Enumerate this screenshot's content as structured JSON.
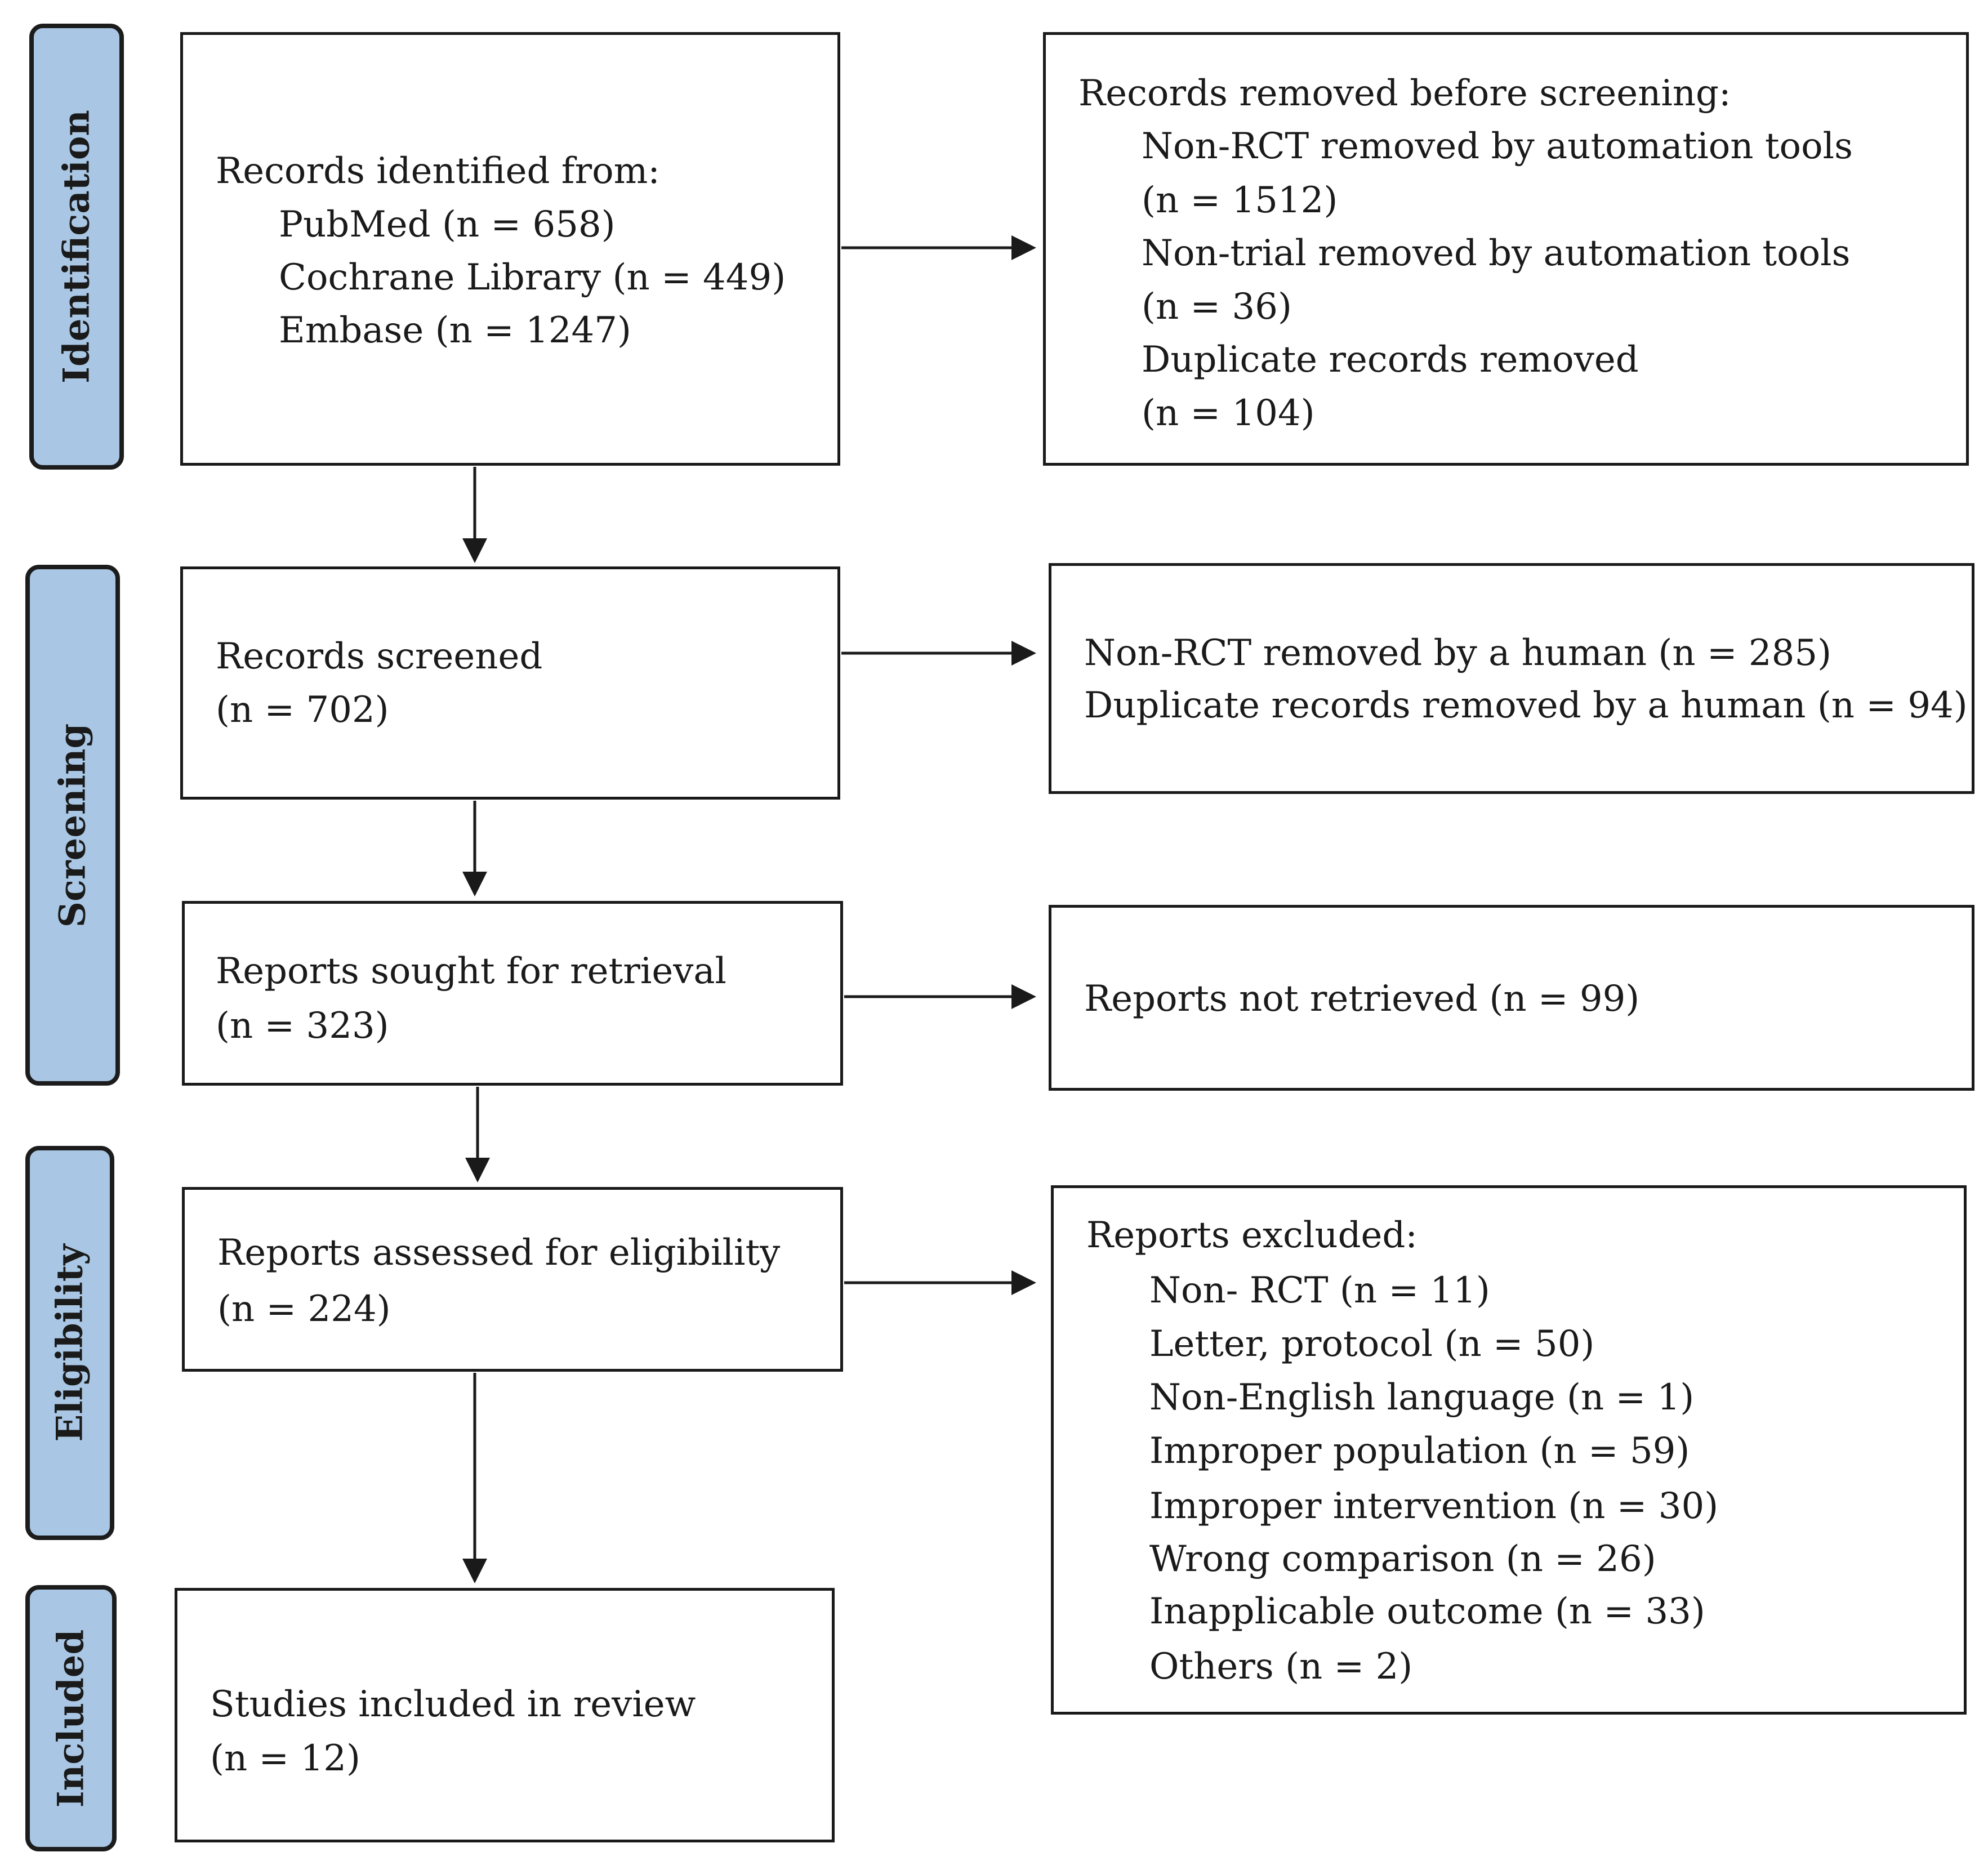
{
  "phases": {
    "identification": "Identification",
    "screening": "Screening",
    "eligibility": "Eligibility",
    "included": "Included"
  },
  "identified": {
    "heading": "Records identified from:",
    "items": [
      "PubMed (n = 658)",
      "Cochrane Library (n = 449)",
      "Embase (n = 1247)"
    ]
  },
  "removed_before": {
    "heading": "Records removed before screening:",
    "items": [
      "Non-RCT removed by automation tools",
      "(n = 1512)",
      "Non-trial removed by automation tools",
      "(n = 36)",
      "Duplicate records removed",
      "(n = 104)"
    ]
  },
  "screened": {
    "line1": "Records screened",
    "line2": "(n = 702)"
  },
  "screened_excluded": {
    "line1": "Non-RCT removed by a human (n = 285)",
    "line2": "Duplicate records removed by a human (n = 94)"
  },
  "sought": {
    "line1": "Reports sought for retrieval",
    "line2": "(n = 323)"
  },
  "not_retrieved": {
    "line1": "Reports not retrieved (n = 99)"
  },
  "assessed": {
    "line1": "Reports assessed for eligibility",
    "line2": "(n = 224)"
  },
  "excluded": {
    "heading": "Reports excluded:",
    "items": [
      "Non- RCT (n = 11)",
      "Letter, protocol (n = 50)",
      "Non-English language (n = 1)",
      "Improper population (n = 59)",
      "Improper intervention (n = 30)",
      "Wrong comparison (n = 26)",
      "Inapplicable outcome (n = 33)",
      "Others (n = 2)"
    ]
  },
  "included": {
    "line1": "Studies included in review",
    "line2": "(n = 12)"
  },
  "colors": {
    "phase_fill": "#a9c7e4",
    "border": "#1a1a1a"
  }
}
